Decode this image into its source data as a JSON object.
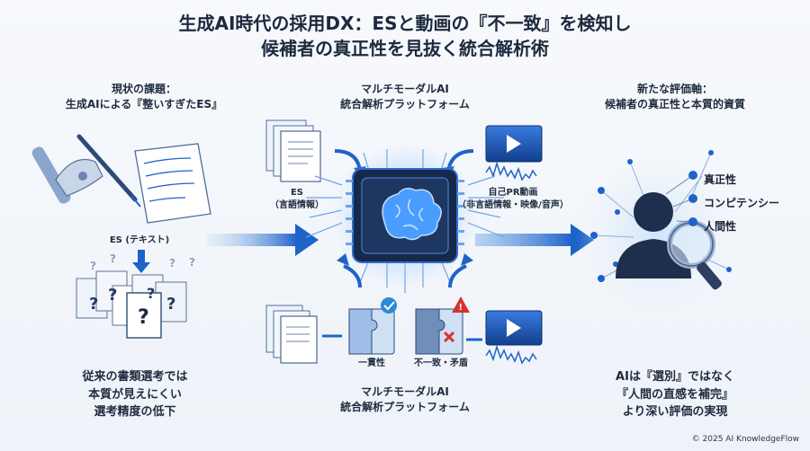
{
  "title": {
    "line1": "生成AI時代の採用DX：ESと動画の『不一致』を検知し",
    "line2": "候補者の真正性を見抜く統合解析術"
  },
  "left": {
    "header_line1": "現状の課題：",
    "header_line2": "生成AIによる『整いすぎたES』",
    "es_text_label": "ES (テキスト)",
    "bottom_line1": "従来の書類選考では",
    "bottom_line2": "本質が見えにくい",
    "bottom_line3": "選考精度の低下"
  },
  "center": {
    "header_line1": "マルチモーダルAI",
    "header_line2": "統合解析プラットフォーム",
    "es_label_line1": "ES",
    "es_label_line2": "（言語情報）",
    "video_label_line1": "自己PR動画",
    "video_label_line2": "（非言語情報・映像/音声）",
    "consistency_label": "一貫性",
    "inconsistency_label": "不一致・矛盾",
    "footer_line1": "マルチモーダルAI",
    "footer_line2": "統合解析プラットフォーム"
  },
  "right": {
    "header_line1": "新たな評価軸：",
    "header_line2": "候補者の真正性と本質的資質",
    "attributes": [
      "真正性",
      "コンピテンシー",
      "人間性"
    ],
    "bottom_line1": "AIは『選別』ではなく",
    "bottom_line2": "『人間の直感を補完』",
    "bottom_line3": "より深い評価の実現"
  },
  "footer": {
    "copyright": "© 2025 AI KnowledgeFlow"
  },
  "colors": {
    "accent": "#1e63c8",
    "dark": "#1c2a3f",
    "alert": "#d6332f",
    "check": "#2a8ad6"
  }
}
